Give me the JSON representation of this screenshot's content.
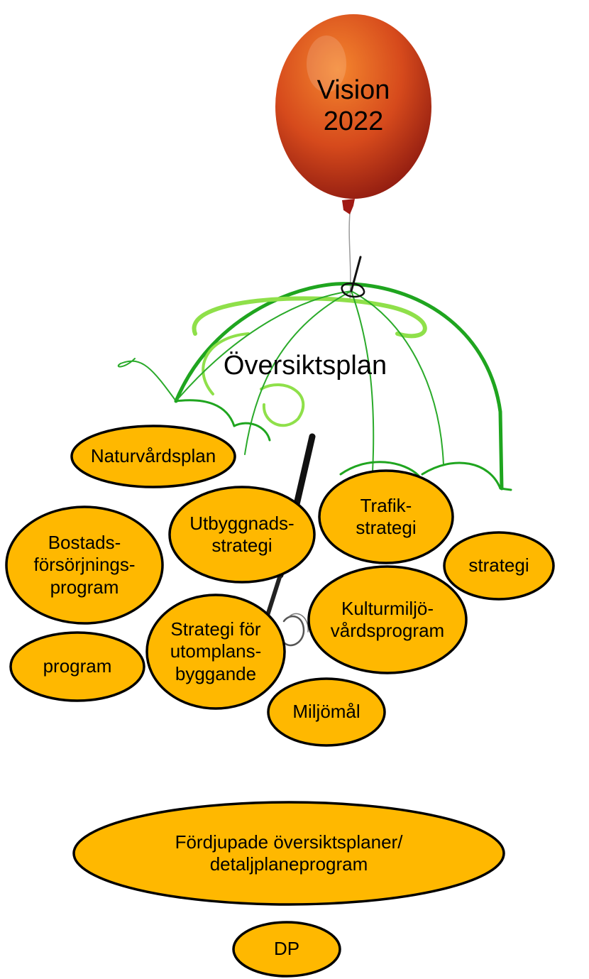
{
  "balloon": {
    "line1": "Vision",
    "line2": "2022",
    "color": "#c8401a"
  },
  "umbrella": {
    "label": "Översiktsplan",
    "color_dark": "#1fa51f",
    "color_light": "#8fe04a"
  },
  "ellipse_style": {
    "fill": "#ffb800",
    "stroke": "#000000"
  },
  "nodes": {
    "naturvardsplan": "Naturvårdsplan",
    "bostad": "Bostads-\nförsörjnings-\nprogram",
    "utbyggnad": "Utbyggnads-\nstrategi",
    "trafik": "Trafik-\nstrategi",
    "strategi": "strategi",
    "kulturmiljo": "Kulturmiljö-\nvårdsprogram",
    "program": "program",
    "utomplans": "Strategi för\nutomplans-\nbyggande",
    "miljomal": "Miljömål",
    "fordjupade": "Fördjupade översiktsplaner/\ndetaljplaneprogram",
    "dp": "DP"
  }
}
